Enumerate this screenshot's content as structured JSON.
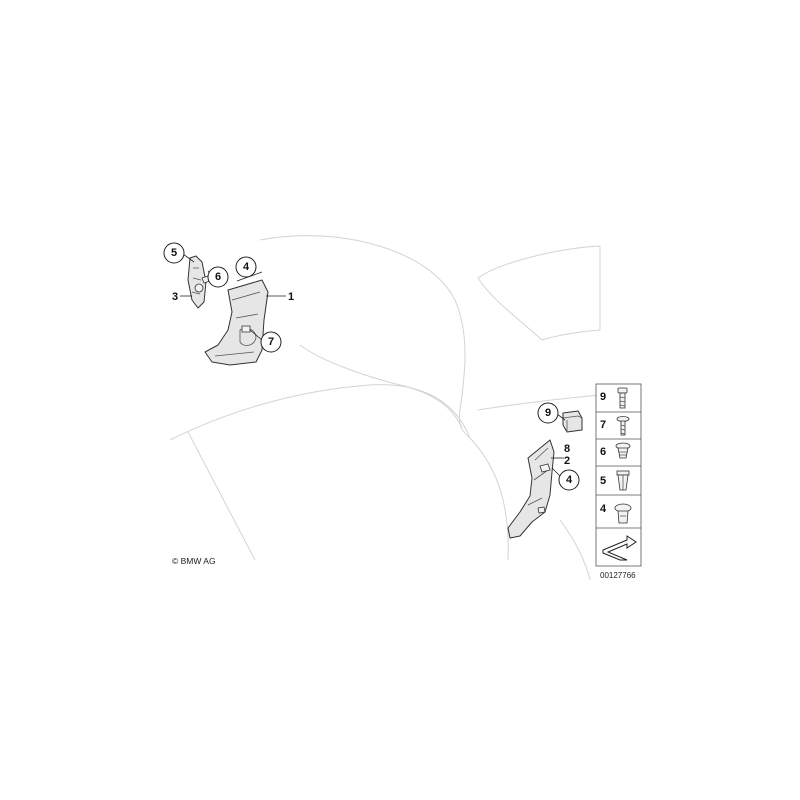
{
  "copyright": "© BMW AG",
  "diagram_number": "00127766",
  "callouts_left": {
    "c5": "5",
    "c6": "6",
    "c4": "4",
    "c7": "7",
    "l3": "3",
    "l1": "1"
  },
  "callouts_right": {
    "c9": "9",
    "c4": "4",
    "l8": "8",
    "l2": "2"
  },
  "legend": {
    "items": [
      "9",
      "7",
      "6",
      "5",
      "4"
    ]
  }
}
